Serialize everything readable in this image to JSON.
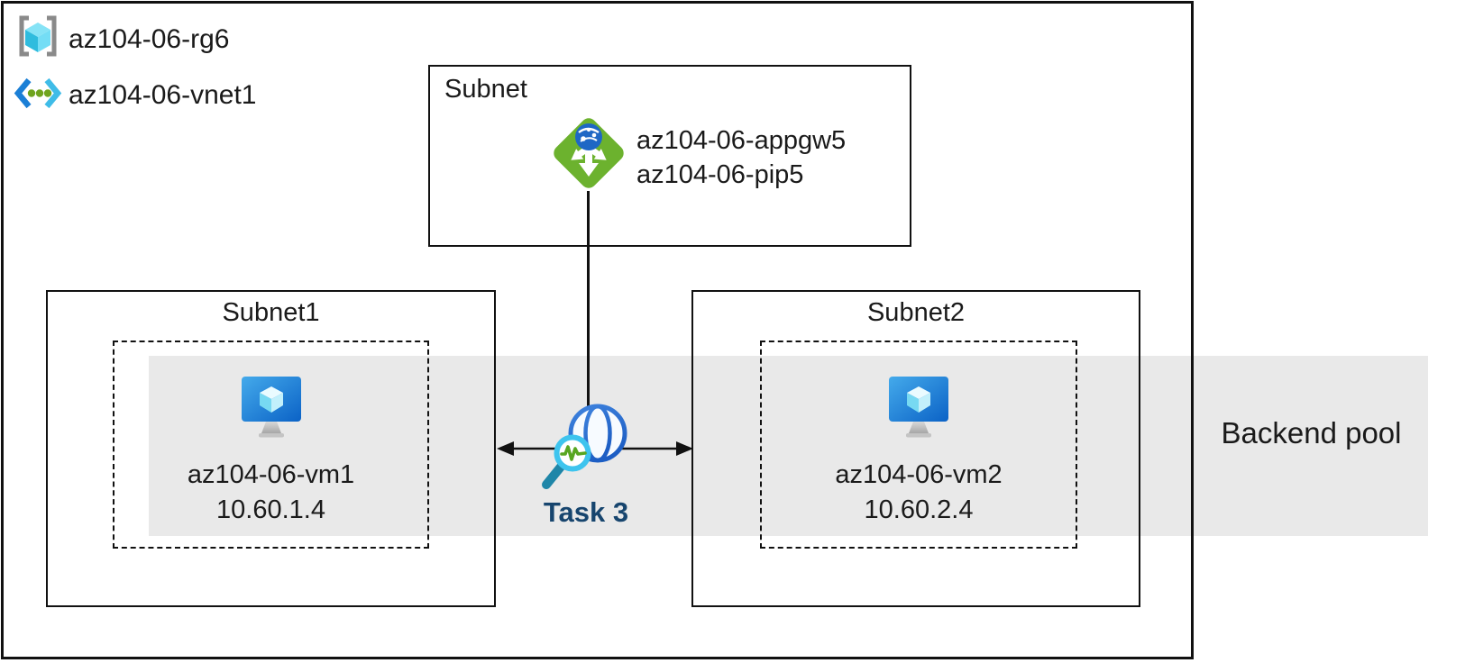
{
  "legend": {
    "resource_group": {
      "icon": "resource-group-icon",
      "label": "az104-06-rg6"
    },
    "virtual_network": {
      "icon": "virtual-network-icon",
      "label": "az104-06-vnet1"
    }
  },
  "gateway_subnet": {
    "title": "Subnet",
    "icon": "application-gateway-icon",
    "gateway_name": "az104-06-appgw5",
    "public_ip_name": "az104-06-pip5"
  },
  "subnet1": {
    "title": "Subnet1",
    "icon": "virtual-machine-icon",
    "vm_name": "az104-06-vm1",
    "vm_ip": "10.60.1.4"
  },
  "subnet2": {
    "title": "Subnet2",
    "icon": "virtual-machine-icon",
    "vm_name": "az104-06-vm2",
    "vm_ip": "10.60.2.4"
  },
  "task": {
    "icon": "network-watcher-icon",
    "label": "Task 3"
  },
  "backend_pool": {
    "label": "Backend pool"
  },
  "colors": {
    "backend_pool_band": "#E9E9E9",
    "gateway_green": "#6CB22E",
    "gateway_globe_blue": "#1E67C5",
    "vm_blue_light": "#44AAEB",
    "vm_blue_dark": "#0B62C6",
    "globe_blue": "#2E6FD0",
    "magnifier_cyan": "#3EC4EE",
    "pulse_green": "#58A621",
    "handle_teal": "#1F86A8",
    "task_text": "#17456E",
    "line_black": "#111111"
  }
}
